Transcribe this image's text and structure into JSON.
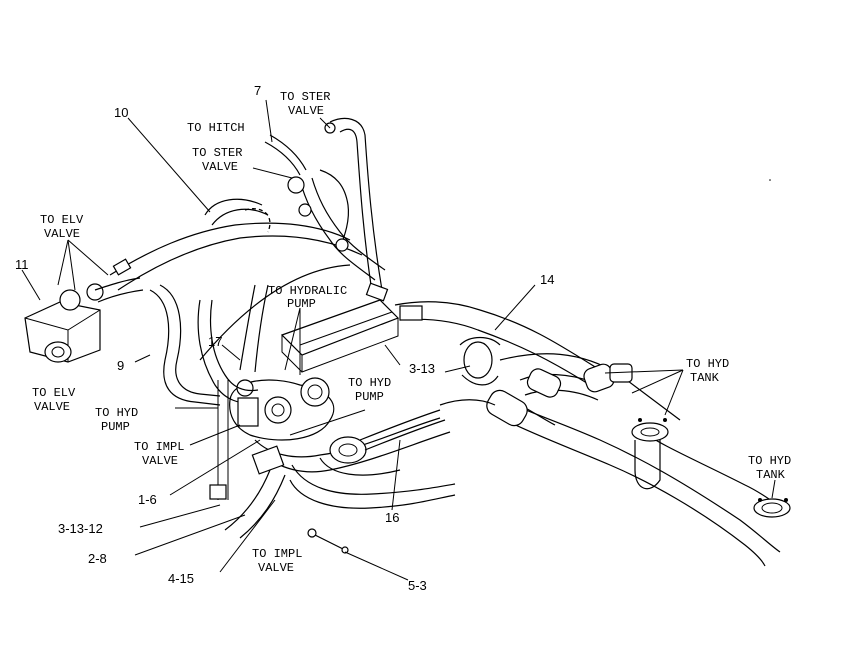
{
  "callouts": {
    "to_ster_valve_top": [
      "TO STER",
      "VALVE"
    ],
    "to_hitch": "TO HITCH",
    "to_ster_valve_mid": [
      "TO STER",
      "VALVE"
    ],
    "to_elv_valve_top": [
      "TO ELV",
      "VALVE"
    ],
    "to_elv_valve_bottom": [
      "TO ELV",
      "VALVE"
    ],
    "to_hydralic_pump": [
      "TO HYDRALIC",
      "PUMP"
    ],
    "to_hyd_pump_center": [
      "TO HYD",
      "PUMP"
    ],
    "to_hyd_pump_left": [
      "TO HYD",
      "PUMP"
    ],
    "to_impl_valve_left": [
      "TO IMPL",
      "VALVE"
    ],
    "to_impl_valve_bottom": [
      "TO IMPL",
      "VALVE"
    ],
    "to_hyd_tank_right": [
      "TO HYD",
      "TANK"
    ],
    "to_hyd_tank_far": [
      "TO HYD",
      "TANK"
    ]
  },
  "item_numbers": {
    "n7": "7",
    "n10": "10",
    "n11": "11",
    "n9": "9",
    "n17": "17",
    "n14": "14",
    "n3_13": "3-13",
    "n1_6": "1-6",
    "n3_13_12": "3-13-12",
    "n2_8": "2-8",
    "n4_15": "4-15",
    "n16": "16",
    "n5_3": "5-3"
  }
}
